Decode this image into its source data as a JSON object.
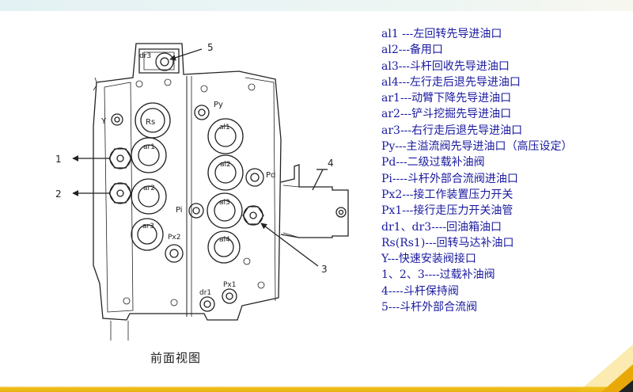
{
  "diagram": {
    "caption": "前面视图",
    "callouts": [
      "1",
      "2",
      "3",
      "4",
      "5"
    ],
    "port_labels": {
      "dr3": "dr3",
      "py": "Py",
      "y": "Y",
      "rs": "Rs",
      "al1": "al1",
      "ar1": "ar1",
      "al2": "al2",
      "ar2": "ar2",
      "pd": "Pd",
      "pi": "Pi",
      "al3": "al3",
      "ar3": "ar3",
      "px2": "Px2",
      "al4": "al4",
      "dr1": "dr1",
      "px1": "Px1"
    }
  },
  "legend": [
    "al1 ---左回转先导进油口",
    "al2---备用口",
    "al3---斗杆回收先导进油口",
    "al4---左行走后退先导进油口",
    "ar1---动臂下降先导进油口",
    "ar2---铲斗挖掘先导进油口",
    "ar3---右行走后退先导进油口",
    "Py---主溢流阀先导进油口（高压设定）",
    "Pd---二级过载补油阀",
    "Pi----斗杆外部合流阀进油口",
    "Px2---接工作装置压力开关",
    "Px1---接行走压力开关油管",
    "dr1、dr3----回油箱油口",
    "Rs(Rs1)---回转马达补油口",
    "Y---快速安装阀接口",
    "1、2、3----过载补油阀",
    "4----斗杆保持阀",
    "5---斗杆外部合流阀"
  ],
  "colors": {
    "legend_text": "#1a1aa0",
    "accent_stripe": "#e8b10a"
  }
}
